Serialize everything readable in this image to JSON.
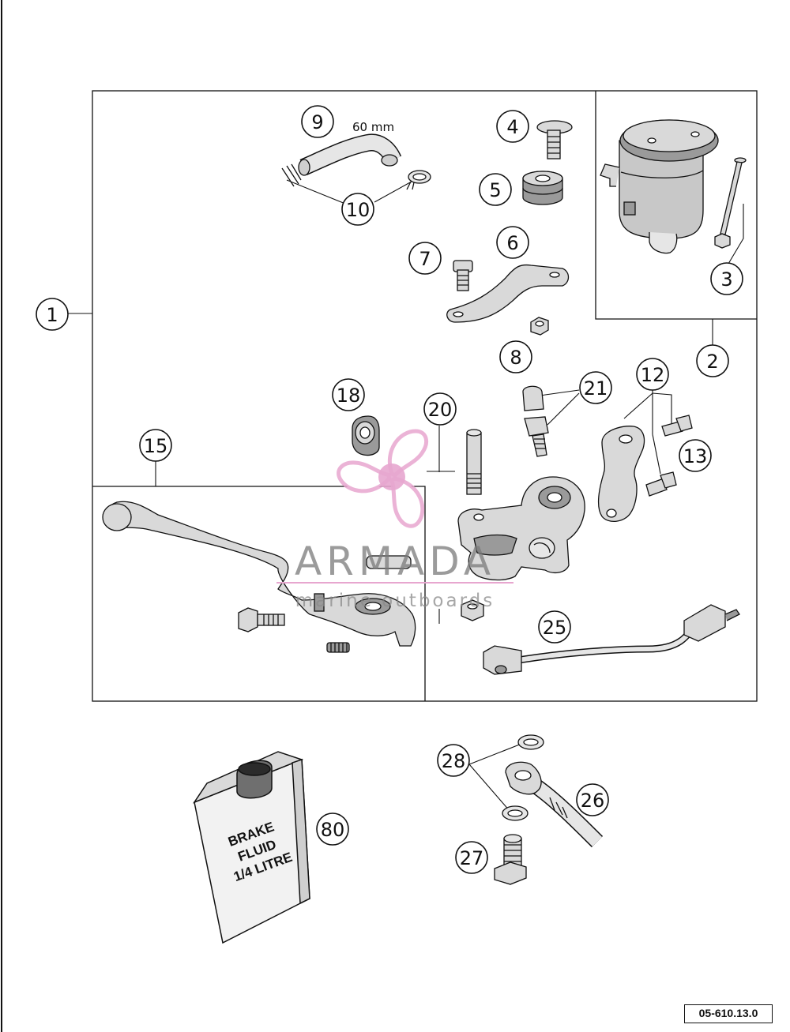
{
  "callouts": [
    {
      "id": "c1",
      "label": "1"
    },
    {
      "id": "c2",
      "label": "2"
    },
    {
      "id": "c3",
      "label": "3"
    },
    {
      "id": "c4",
      "label": "4"
    },
    {
      "id": "c5",
      "label": "5"
    },
    {
      "id": "c6",
      "label": "6"
    },
    {
      "id": "c7",
      "label": "7"
    },
    {
      "id": "c8",
      "label": "8"
    },
    {
      "id": "c9",
      "label": "9"
    },
    {
      "id": "c10",
      "label": "10"
    },
    {
      "id": "c12",
      "label": "12"
    },
    {
      "id": "c13",
      "label": "13"
    },
    {
      "id": "c15",
      "label": "15"
    },
    {
      "id": "c18",
      "label": "18"
    },
    {
      "id": "c20",
      "label": "20"
    },
    {
      "id": "c21",
      "label": "21"
    },
    {
      "id": "c25",
      "label": "25"
    },
    {
      "id": "c26",
      "label": "26"
    },
    {
      "id": "c27",
      "label": "27"
    },
    {
      "id": "c28",
      "label": "28"
    },
    {
      "id": "c80",
      "label": "80"
    }
  ],
  "hose_length_note": "60 mm",
  "bottle_label": [
    "BRAKE",
    "FLUID",
    "1/4 LITRE"
  ],
  "watermark": {
    "title": "ARMADA",
    "subtitle": "marine outboards",
    "accent_color": "#e7a6cf"
  },
  "diagram_reference": "05-610.13.0",
  "colors": {
    "line": "#111111",
    "part_fill": "#d9d9d9",
    "part_dark": "#9a9a9a"
  }
}
